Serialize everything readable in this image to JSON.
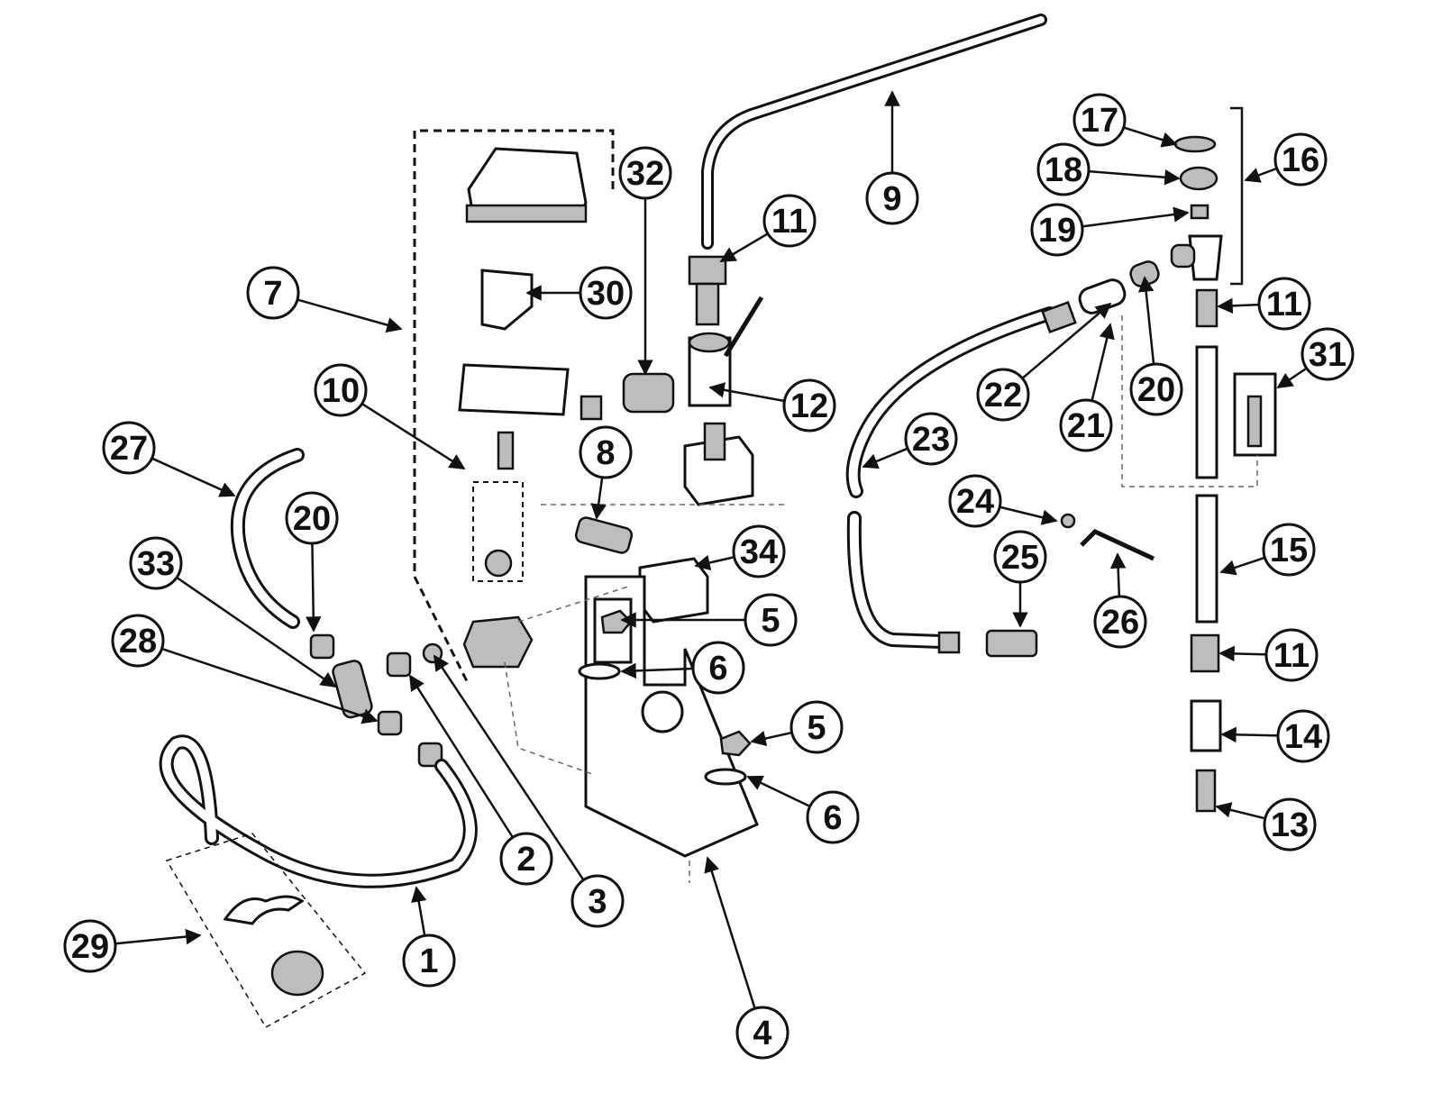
{
  "diagram": {
    "type": "exploded parts diagram",
    "callouts": [
      "9",
      "32",
      "11",
      "17",
      "18",
      "16",
      "19",
      "7",
      "30",
      "11",
      "10",
      "31",
      "12",
      "22",
      "20",
      "21",
      "23",
      "27",
      "8",
      "20",
      "24",
      "25",
      "15",
      "34",
      "33",
      "26",
      "5",
      "28",
      "11",
      "6",
      "5",
      "14",
      "6",
      "13",
      "2",
      "3",
      "1",
      "29",
      "4"
    ]
  }
}
